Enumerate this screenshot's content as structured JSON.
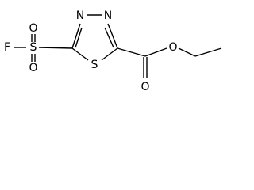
{
  "molecule": {
    "atoms": {
      "fluorine": "F",
      "sulfonyl_sulfur": "S",
      "sulfonyl_oxygen_top": "O",
      "sulfonyl_oxygen_bottom": "O",
      "ring_nitrogen_left": "N",
      "ring_nitrogen_right": "N",
      "ring_sulfur": "S",
      "carbonyl_oxygen": "O",
      "ester_oxygen": "O"
    }
  }
}
